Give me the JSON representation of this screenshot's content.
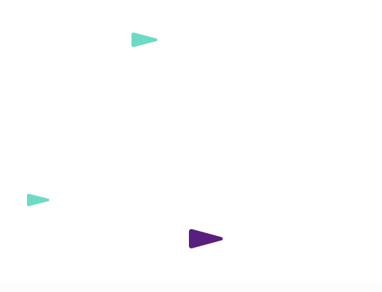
{
  "pieces": [
    {
      "name": "arrow-piece-teal-top",
      "color": "#6ddac4"
    },
    {
      "name": "arrow-piece-teal-left",
      "color": "#6ddac4"
    },
    {
      "name": "arrow-piece-purple",
      "color": "#581f7e"
    }
  ],
  "colors": {
    "background": "#ffffff",
    "teal": "#6ddac4",
    "purple": "#581f7e"
  }
}
